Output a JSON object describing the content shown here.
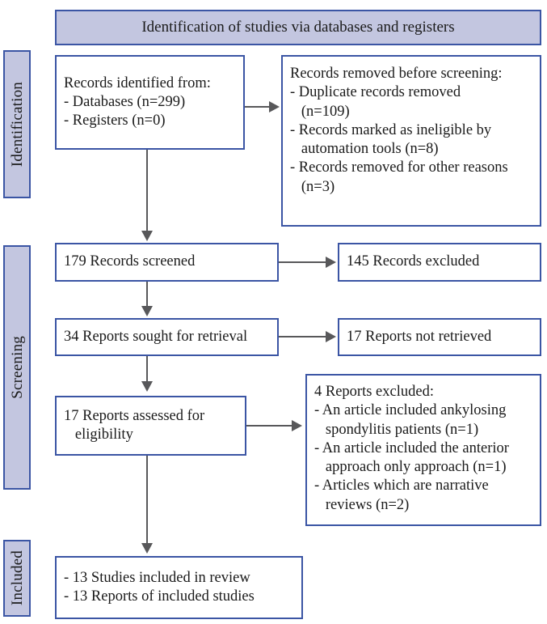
{
  "banner": {
    "label": "Identification of studies via databases and registers"
  },
  "stages": [
    {
      "key": "identification",
      "label": "Identification"
    },
    {
      "key": "screening",
      "label": "Screening"
    },
    {
      "key": "included",
      "label": "Included"
    }
  ],
  "boxes": {
    "records_identified": {
      "lines": [
        "Records identified from:",
        "- Databases (n=299)",
        "- Registers (n=0)"
      ]
    },
    "records_removed": {
      "lines": [
        "Records removed before screening:",
        "- Duplicate records removed",
        "   (n=109)",
        "- Records marked as ineligible by",
        "   automation tools (n=8)",
        "- Records removed for other reasons",
        "   (n=3)"
      ]
    },
    "records_screened": {
      "lines": [
        "179 Records screened"
      ]
    },
    "records_excluded": {
      "lines": [
        "145 Records excluded"
      ]
    },
    "reports_sought": {
      "lines": [
        "34 Reports sought for retrieval"
      ]
    },
    "reports_not_retrieved": {
      "lines": [
        "17 Reports not retrieved"
      ]
    },
    "reports_assessed": {
      "lines": [
        "17 Reports assessed for",
        "   eligibility"
      ]
    },
    "reports_excluded": {
      "lines": [
        "4 Reports excluded:",
        "- An article included ankylosing",
        "   spondylitis patients (n=1)",
        "- An article included the anterior",
        "   approach only approach (n=1)",
        "- Articles which are narrative",
        "   reviews (n=2)"
      ]
    },
    "studies_included": {
      "lines": [
        "- 13 Studies included in review",
        "- 13 Reports of included studies"
      ]
    }
  },
  "colors": {
    "stage_fill": "#c3c6e0",
    "box_border": "#3b55a4",
    "connector": "#58585a",
    "background": "#ffffff",
    "text": "#1a1a1a"
  }
}
